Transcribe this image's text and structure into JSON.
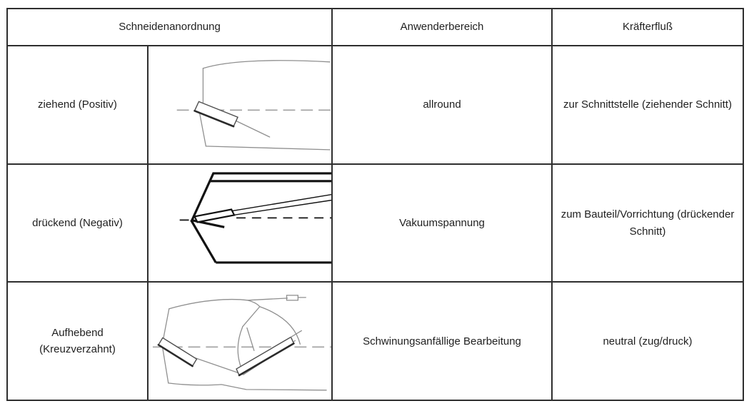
{
  "table": {
    "headers": {
      "schneidenanordnung": "Schneidenanordnung",
      "anwenderbereich": "Anwenderbereich",
      "kraefterfluss": "Kräfterfluß"
    },
    "rows": [
      {
        "label": "ziehend (Positiv)",
        "diagram": "ziehend-positiv-cutter-diagram",
        "anwenderbereich": "allround",
        "kraefterfluss": "zur Schnittstelle (ziehender Schnitt)"
      },
      {
        "label": "drückend (Negativ)",
        "diagram": "drueckend-negativ-cutter-diagram",
        "anwenderbereich": "Vakuumspannung",
        "kraefterfluss": "zum Bauteil/Vorrichtung (drückender Schnitt)"
      },
      {
        "label": "Aufhebend (Kreuzverzahnt)",
        "diagram": "aufhebend-kreuzverzahnt-cutter-diagram",
        "anwenderbereich": "Schwinungsanfällige Bearbeitung",
        "kraefterfluss": "neutral (zug/druck)"
      }
    ]
  },
  "colors": {
    "border": "#2e2e2e",
    "text": "#1f1f1f",
    "line_light": "#8f8f8f",
    "line_dark": "#4d4d4d",
    "edge": "#2b2b2b",
    "line_black": "#111111",
    "dash": "#a0a0a0"
  }
}
